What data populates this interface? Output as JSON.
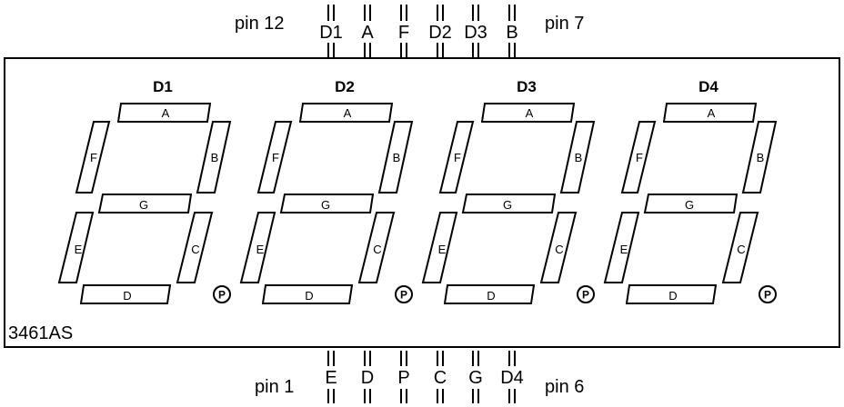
{
  "part_number": "3461AS",
  "top_pins": {
    "left_label": "pin 12",
    "right_label": "pin 7",
    "names": [
      "D1",
      "A",
      "F",
      "D2",
      "D3",
      "B"
    ]
  },
  "bottom_pins": {
    "left_label": "pin 1",
    "right_label": "pin 6",
    "names": [
      "E",
      "D",
      "P",
      "C",
      "G",
      "D4"
    ]
  },
  "digits": [
    {
      "title": "D1"
    },
    {
      "title": "D2"
    },
    {
      "title": "D3"
    },
    {
      "title": "D4"
    }
  ],
  "segments": [
    "A",
    "B",
    "C",
    "D",
    "E",
    "F",
    "G"
  ],
  "decimal_point_label": "P"
}
